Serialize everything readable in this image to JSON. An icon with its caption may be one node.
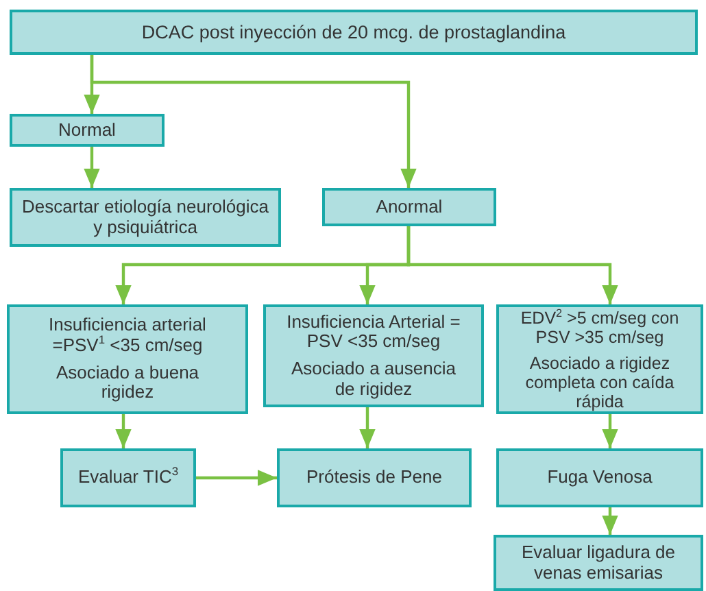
{
  "diagram": {
    "nodes": [
      {
        "text": [
          "DCAC post inyección de 20 mcg. de prostaglandina"
        ]
      },
      {
        "text": [
          "Normal"
        ]
      },
      {
        "text": [
          "Descartar etiología neurológica y psiquiátrica"
        ]
      },
      {
        "text": [
          "Anormal"
        ]
      },
      {
        "text": [
          "Insuficiencia arterial =PSV$^{1}$ <35 cm/seg",
          "Asociado a buena rigidez"
        ]
      },
      {
        "text": [
          "Insuficiencia Arterial = PSV <35 cm/seg",
          "Asociado a ausencia de rigidez"
        ]
      },
      {
        "text": [
          "EDV$^{2}$ >5 cm/seg con PSV >35 cm/seg",
          "Asociado a rigidez completa con caída rápida"
        ]
      },
      {
        "text": [
          "Evaluar TIC$^{3}$"
        ]
      },
      {
        "text": [
          "Prótesis de Pene"
        ]
      },
      {
        "text": [
          "Fuga Venosa"
        ]
      },
      {
        "text": [
          "Evaluar ligadura de venas emisarias"
        ]
      }
    ],
    "edges": [
      {
        "from": 0,
        "to": 1,
        "arrow": "to"
      },
      {
        "from": 0,
        "to": 3,
        "arrow": "to"
      },
      {
        "from": 1,
        "to": 2,
        "arrow": "to"
      },
      {
        "from": 3,
        "to": 4,
        "arrow": "to"
      },
      {
        "from": 3,
        "to": 5,
        "arrow": "to"
      },
      {
        "from": 3,
        "to": 6,
        "arrow": "to"
      },
      {
        "from": 4,
        "to": 7,
        "arrow": "to"
      },
      {
        "from": 5,
        "to": 8,
        "arrow": "to"
      },
      {
        "from": 6,
        "to": 9,
        "arrow": "to"
      },
      {
        "from": 7,
        "to": 8,
        "arrow": "to"
      },
      {
        "from": 9,
        "to": 10,
        "arrow": "to"
      }
    ]
  }
}
